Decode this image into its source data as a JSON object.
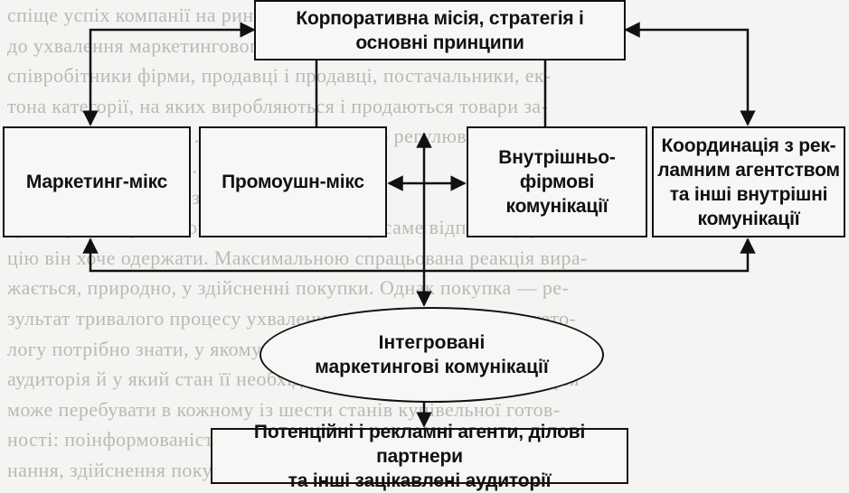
{
  "background_text_lines": [
    "спіще успіх компанії на ринку, ... товари. Таким чином,",
    "до ухвалення маркетингового рішення можуть бути залучені",
    "співробітники фірми, продавці і продавці, постачальники, ек-",
    "тона категорії, на яких виробляються і продаються товари за-",
    "обі ... за програмами ... органів державного регулювання ко-",
    "ми... ... діяльності ... ... ... ...",
    "... ... ... ... ... ... ... . Визначивши цільову",
    "аудиторію, маркетолог має визначити, яку саме відповідну реак-",
    "цію він хоче одержати. Максимальною спрацьована реакція вира-",
    "жається, природно, у здійсненні покупки. Однак покупка — ре-",
    "зультат тривалого процесу ухвалення рішення про неї. Маркето-",
    "логу потрібно знати, у якому стані перебуває в даний момент авто-",
    "аудиторія й у який стан її необхідно привести. Цільова аудиторія",
    "може перебувати в кожному із шести станів купівельної готов-",
    "ності: поінформованість, знання, ... переваги, переко-",
    "нання, здійснення покупки."
  ],
  "nodes": {
    "mission": "Корпоративна місія, стратегія і\nосновні принципи",
    "marketing_mix": "Маркетинг-мікс",
    "promotion_mix": "Промоушн-мікс",
    "internal_comms": "Внутрішньо-\nфірмові\nкомунікації",
    "agency_coordination": "Координація з рек-\nламним агентством\nта інші внутрішні\nкомунікації",
    "imc": "Інтегровані\nмаркетингові комунікації",
    "audiences": "Потенційні і рекламні агенти, ділові партнери\nта інші зацікавлені аудиторії"
  },
  "colors": {
    "line": "#111111",
    "background": "#f4f4f2",
    "faded_text": "#b9b9b6"
  }
}
